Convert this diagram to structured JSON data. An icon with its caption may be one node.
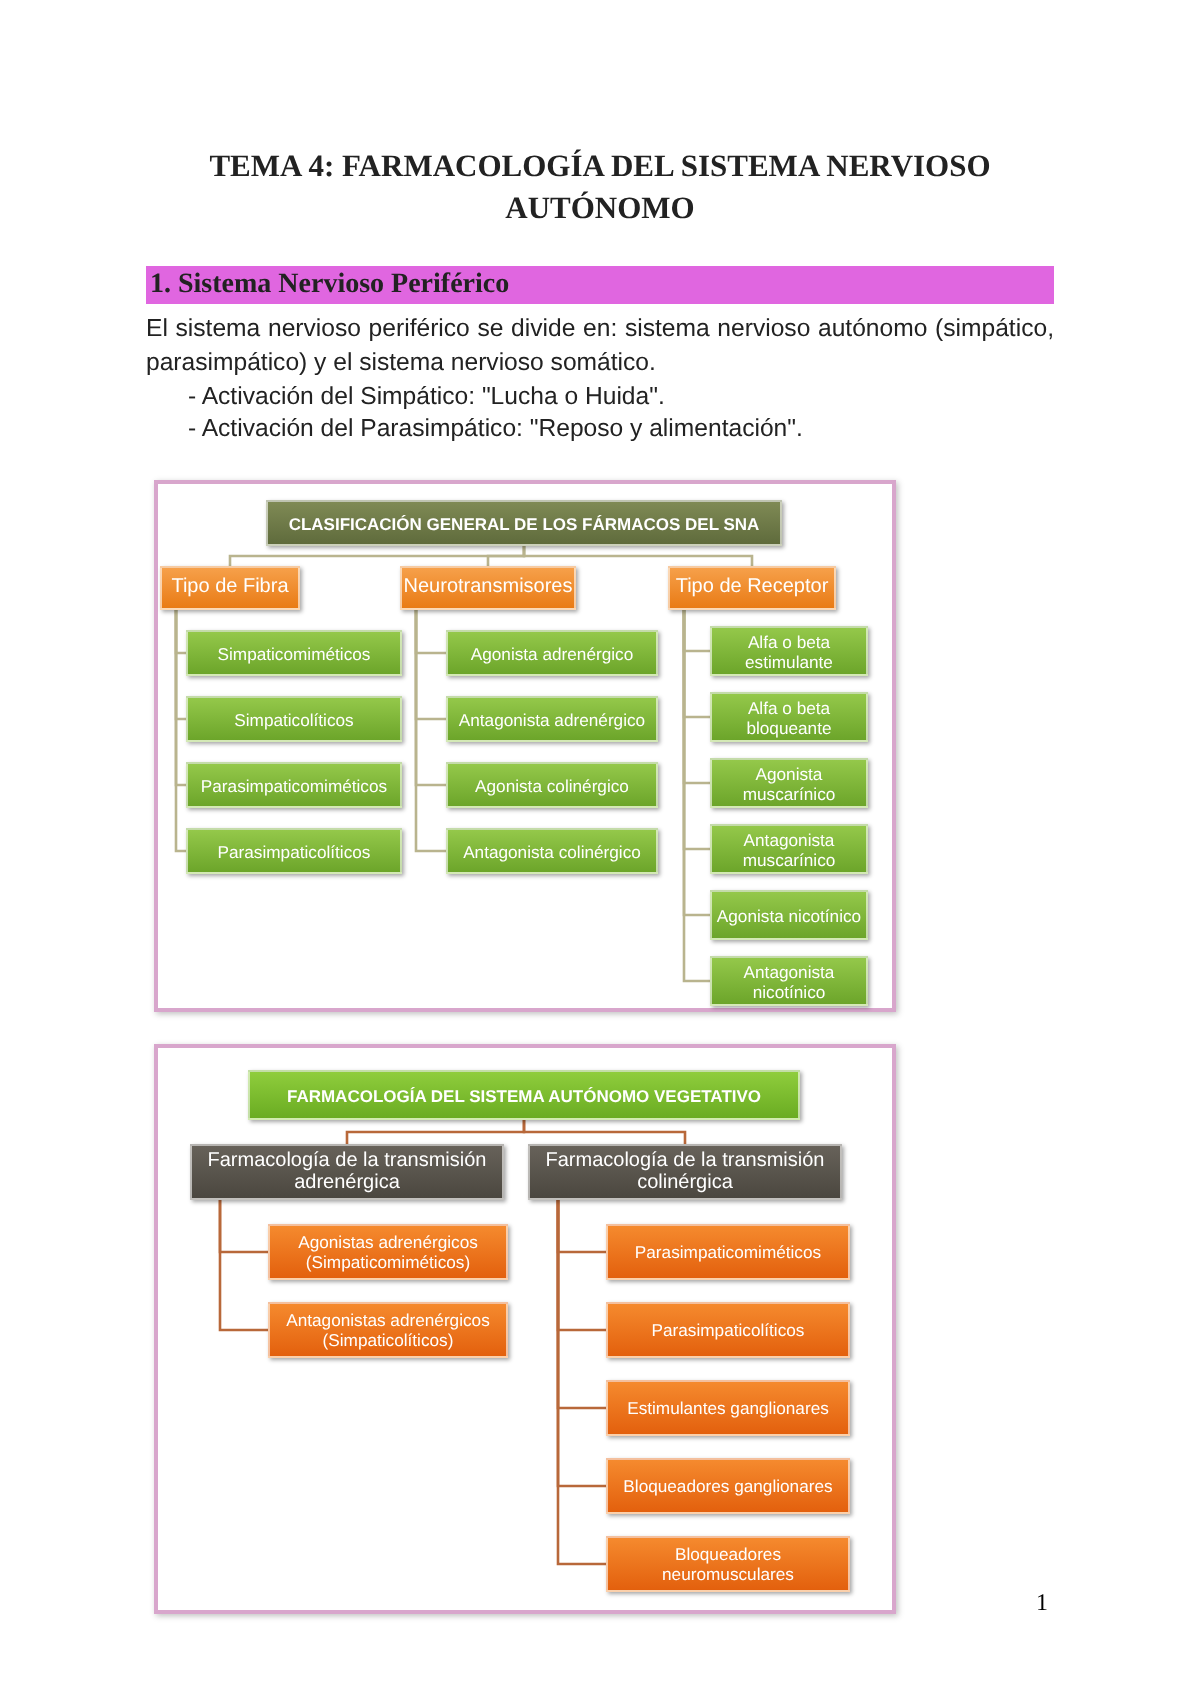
{
  "diagram": {
    "title": "TEMA 4: FARMACOLOGÍA DEL SISTEMA NERVIOSO AUTÓNOMO",
    "nodes": [
      {
        "text": [
          "CLASIFICACIÓN GENERAL DE LOS FÁRMACOS DEL SNA"
        ]
      },
      {
        "text": [
          "Tipo de Fibra"
        ]
      },
      {
        "text": [
          "Neurotransmisores"
        ]
      },
      {
        "text": [
          "Tipo de Receptor"
        ]
      },
      {
        "text": [
          "Simpaticomiméticos"
        ]
      },
      {
        "text": [
          "Simpaticolíticos"
        ]
      },
      {
        "text": [
          "Parasimpaticomiméticos"
        ]
      },
      {
        "text": [
          "Parasimpaticolíticos"
        ]
      },
      {
        "text": [
          "Agonista adrenérgico"
        ]
      },
      {
        "text": [
          "Antagonista adrenérgico"
        ]
      },
      {
        "text": [
          "Agonista colinérgico"
        ]
      },
      {
        "text": [
          "Antagonista colinérgico"
        ]
      },
      {
        "text": [
          "Alfa o beta estimulante"
        ]
      },
      {
        "text": [
          "Alfa o beta bloqueante"
        ]
      },
      {
        "text": [
          "Agonista muscarínico"
        ]
      },
      {
        "text": [
          "Antagonista muscarínico"
        ]
      },
      {
        "text": [
          "Agonista nicotínico"
        ]
      },
      {
        "text": [
          "Antagonista nicotínico"
        ]
      },
      {
        "text": [
          "FARMACOLOGÍA DEL SISTEMA AUTÓNOMO VEGETATIVO"
        ]
      },
      {
        "text": [
          "Farmacología de la transmisión adrenérgica"
        ]
      },
      {
        "text": [
          "Farmacología de la transmisión colinérgica"
        ]
      },
      {
        "text": [
          "Agonistas adrenérgicos (Simpaticomiméticos)"
        ]
      },
      {
        "text": [
          "Antagonistas adrenérgicos (Simpaticolíticos)"
        ]
      },
      {
        "text": [
          "Parasimpaticomiméticos"
        ]
      },
      {
        "text": [
          "Parasimpaticolíticos"
        ]
      },
      {
        "text": [
          "Estimulantes ganglionares"
        ]
      },
      {
        "text": [
          "Bloqueadores ganglionares"
        ]
      },
      {
        "text": [
          "Bloqueadores neuromusculares"
        ]
      }
    ],
    "edges": [
      {
        "from": 0,
        "to": 1,
        "arrow": "none"
      },
      {
        "from": 0,
        "to": 2,
        "arrow": "none"
      },
      {
        "from": 0,
        "to": 3,
        "arrow": "none"
      },
      {
        "from": 1,
        "to": 4,
        "arrow": "none"
      },
      {
        "from": 1,
        "to": 5,
        "arrow": "none"
      },
      {
        "from": 1,
        "to": 6,
        "arrow": "none"
      },
      {
        "from": 1,
        "to": 7,
        "arrow": "none"
      },
      {
        "from": 2,
        "to": 8,
        "arrow": "none"
      },
      {
        "from": 2,
        "to": 9,
        "arrow": "none"
      },
      {
        "from": 2,
        "to": 10,
        "arrow": "none"
      },
      {
        "from": 2,
        "to": 11,
        "arrow": "none"
      },
      {
        "from": 3,
        "to": 12,
        "arrow": "none"
      },
      {
        "from": 3,
        "to": 13,
        "arrow": "none"
      },
      {
        "from": 3,
        "to": 14,
        "arrow": "none"
      },
      {
        "from": 3,
        "to": 15,
        "arrow": "none"
      },
      {
        "from": 3,
        "to": 16,
        "arrow": "none"
      },
      {
        "from": 3,
        "to": 17,
        "arrow": "none"
      },
      {
        "from": 18,
        "to": 19,
        "arrow": "none",
        "color": "#b8683a"
      },
      {
        "from": 18,
        "to": 20,
        "arrow": "none",
        "color": "#b8683a"
      },
      {
        "from": 19,
        "to": 21,
        "arrow": "none",
        "color": "#b8683a"
      },
      {
        "from": 19,
        "to": 22,
        "arrow": "none",
        "color": "#b8683a"
      },
      {
        "from": 20,
        "to": 23,
        "arrow": "none",
        "color": "#b8683a"
      },
      {
        "from": 20,
        "to": 24,
        "arrow": "none",
        "color": "#b8683a"
      },
      {
        "from": 20,
        "to": 25,
        "arrow": "none",
        "color": "#b8683a"
      },
      {
        "from": 20,
        "to": 26,
        "arrow": "none",
        "color": "#b8683a"
      },
      {
        "from": 20,
        "to": 27,
        "arrow": "none",
        "color": "#b8683a"
      }
    ],
    "labels": [
      "1. Sistema Nervioso Periférico",
      "El sistema nervioso periférico se divide en: sistema nervioso autónomo (simpático, parasimpático) y el sistema nervioso somático.",
      "- Activación del Simpático: \"Lucha o Huida\".",
      "- Activación del Parasimpático: \"Reposo y alimentación\".",
      "1"
    ]
  }
}
